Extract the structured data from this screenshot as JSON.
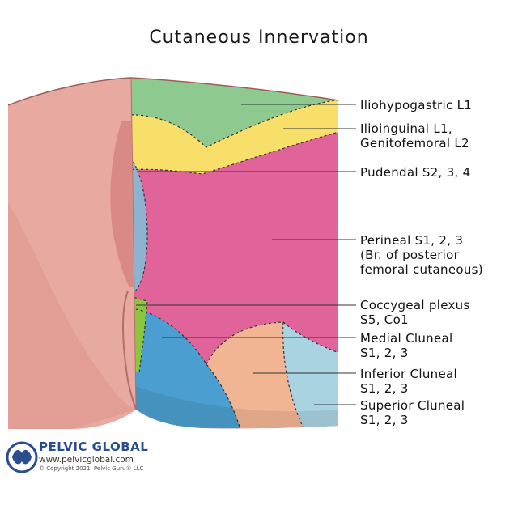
{
  "title": "Cutaneous Innervation",
  "labels": {
    "iliohypogastric": "Iliohypogastric L1",
    "ilioinguinal_1": "Ilioinguinal L1,",
    "ilioinguinal_2": "Genitofemoral L2",
    "pudendal": "Pudendal S2, 3, 4",
    "perineal_1": "Perineal S1, 2, 3",
    "perineal_2": "(Br. of posterior",
    "perineal_3": "femoral cutaneous)",
    "coccygeal_1": "Coccygeal plexus",
    "coccygeal_2": "S5, Co1",
    "medial_1": "Medial Cluneal",
    "medial_2": "S1, 2, 3",
    "inferior_1": "Inferior Cluneal",
    "inferior_2": "S1, 2, 3",
    "superior_1": "Superior Cluneal",
    "superior_2": "S1, 2, 3"
  },
  "brand": {
    "name": "PELVIC GLOBAL",
    "url": "www.pelvicglobal.com",
    "copyright": "© Copyright 2021, Pelvic Guru® LLC"
  },
  "colors": {
    "skin": "#e8a9a1",
    "iliohypogastric": "#8ec98f",
    "ilioinguinal": "#f8df6a",
    "perineal": "#e0639a",
    "pudendal": "#8db3cf",
    "coccygeal": "#8cc63f",
    "medial_cluneal": "#4b9fd0",
    "inferior_cluneal": "#f2b594",
    "superior_cluneal": "#a9d3e0",
    "brand": "#2a4d8f"
  }
}
